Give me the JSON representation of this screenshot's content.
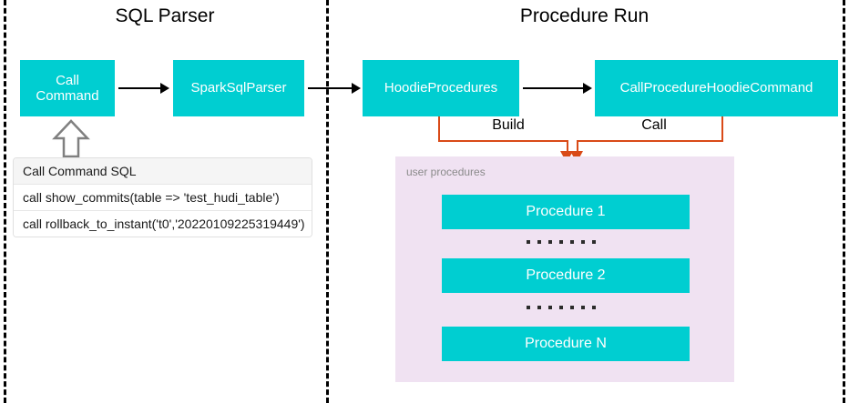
{
  "sections": [
    {
      "title": "SQL Parser"
    },
    {
      "title": "Procedure Run"
    }
  ],
  "flow_nodes": [
    {
      "label": "Call\nCommand",
      "name": "call-command"
    },
    {
      "label": "SparkSqlParser",
      "name": "spark-sql-parser"
    },
    {
      "label": "HoodieProcedures",
      "name": "hoodie-procedures"
    },
    {
      "label": "CallProcedureHoodieCommand",
      "name": "call-procedure-hoodie-command"
    }
  ],
  "node_labels": {
    "call_command_line1": "Call",
    "call_command_line2": "Command",
    "spark_sql_parser": "SparkSqlParser",
    "hoodie_procedures": "HoodieProcedures",
    "call_procedure_hoodie_command": "CallProcedureHoodieCommand"
  },
  "sql_table": {
    "header": "Call Command SQL",
    "rows": [
      "call show_commits(table => 'test_hudi_table')",
      "call rollback_to_instant('t0','20220109225319449')"
    ]
  },
  "edge_labels": {
    "build": "Build",
    "call": "Call"
  },
  "procedures_panel": {
    "label": "user procedures",
    "items": [
      {
        "label": "Procedure 1"
      },
      {
        "label": "Procedure 2"
      },
      {
        "label": "Procedure N"
      }
    ],
    "ellipsis_dot_count": 7
  },
  "colors": {
    "node_fill": "#00CED1",
    "node_text": "#FFFFFF",
    "panel_fill": "#F0E2F2",
    "connector_orange": "#D94A18",
    "flow_arrow": "#000000",
    "divider": "#000000",
    "table_header_bg": "#F5F5F5",
    "panel_label_text": "#8A8A8A"
  }
}
